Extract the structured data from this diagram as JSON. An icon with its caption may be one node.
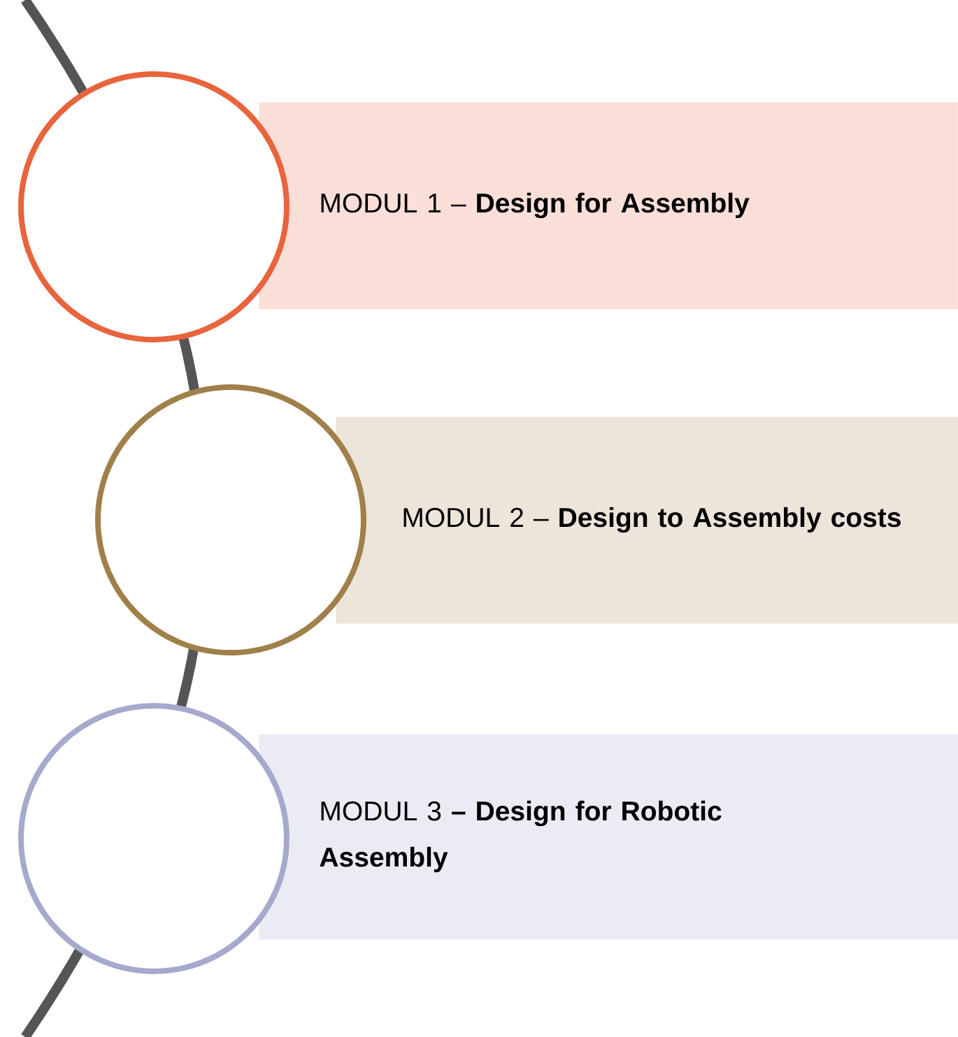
{
  "diagram": {
    "nodes": [
      {
        "text": [],
        "shape": "circle"
      },
      {
        "text": [
          "MODUL 1 – **Design for Assembly**"
        ]
      },
      {
        "text": [],
        "shape": "circle"
      },
      {
        "text": [
          "MODUL 2 – **Design to Assembly costs**"
        ]
      },
      {
        "text": [],
        "shape": "circle"
      },
      {
        "text": [
          "MODUL 3 **– Design for Robotic Assembly**"
        ]
      }
    ]
  }
}
